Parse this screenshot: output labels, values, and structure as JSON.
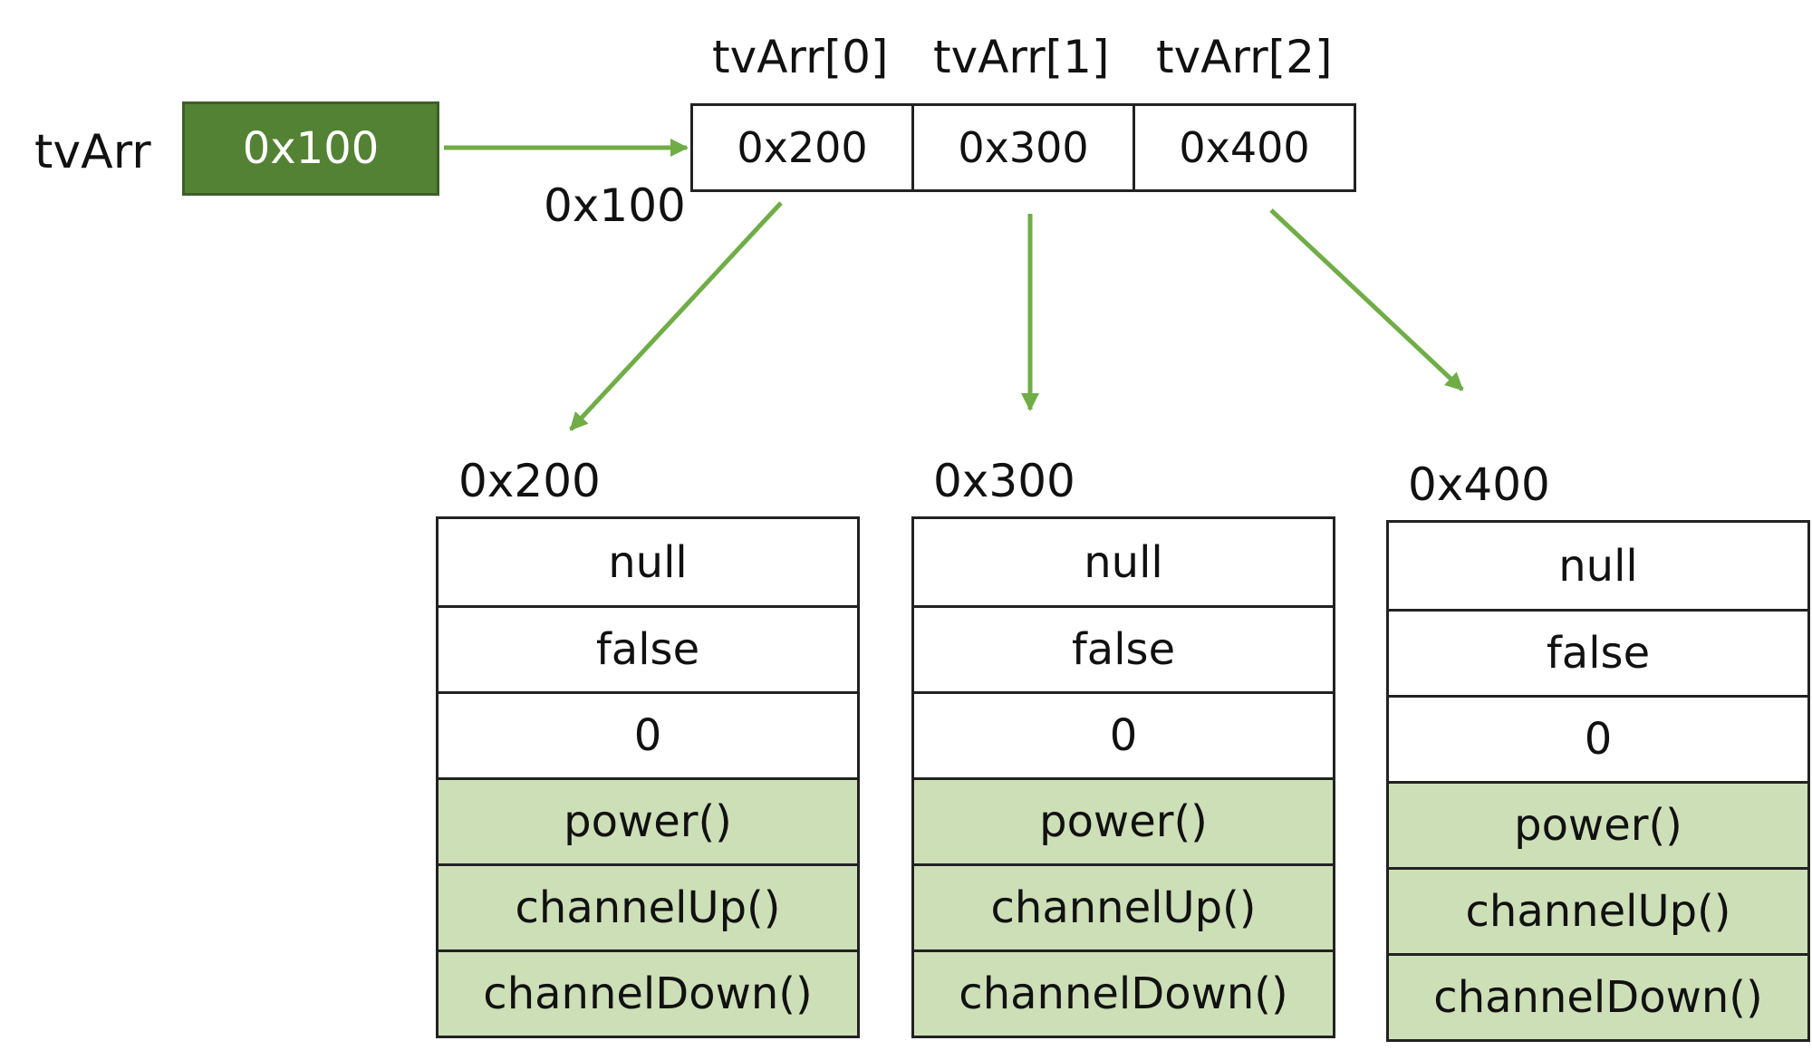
{
  "colors": {
    "arrow": "#70ad47",
    "ref_fill": "#548235",
    "method_fill": "#cddfb7",
    "border": "#222222"
  },
  "variable": {
    "name": "tvArr",
    "value": "0x100"
  },
  "array": {
    "address": "0x100",
    "indices": [
      "tvArr[0]",
      "tvArr[1]",
      "tvArr[2]"
    ],
    "slots": [
      "0x200",
      "0x300",
      "0x400"
    ]
  },
  "objects": [
    {
      "address": "0x200",
      "fields": [
        "null",
        "false",
        "0"
      ],
      "methods": [
        "power()",
        "channelUp()",
        "channelDown()"
      ]
    },
    {
      "address": "0x300",
      "fields": [
        "null",
        "false",
        "0"
      ],
      "methods": [
        "power()",
        "channelUp()",
        "channelDown()"
      ]
    },
    {
      "address": "0x400",
      "fields": [
        "null",
        "false",
        "0"
      ],
      "methods": [
        "power()",
        "channelUp()",
        "channelDown()"
      ]
    }
  ]
}
